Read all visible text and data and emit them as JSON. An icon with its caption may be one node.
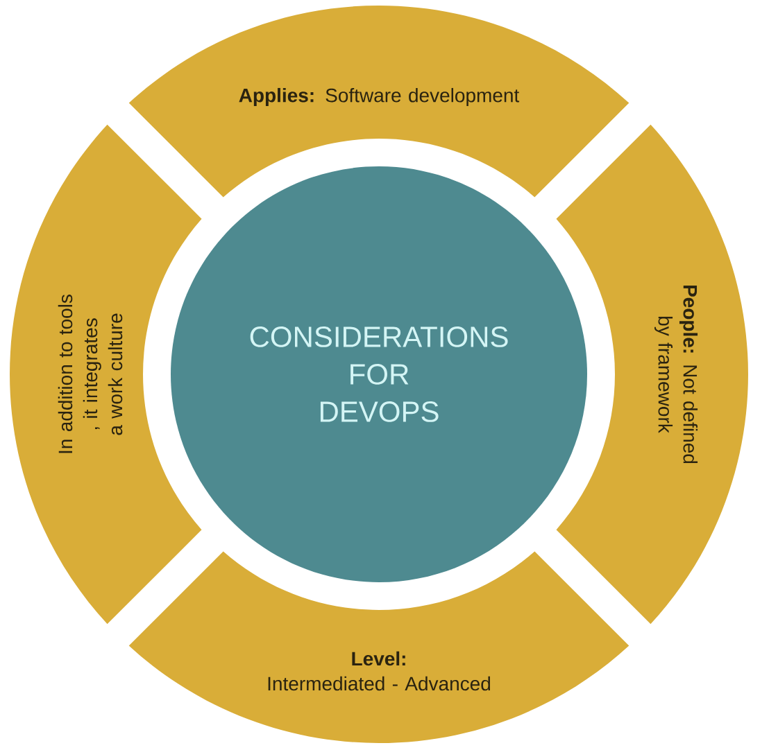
{
  "diagram": {
    "nodes": [
      {
        "text": [
          "CONSIDERATIONS FOR DEVOPS"
        ]
      },
      {
        "text": [
          "**Applies:** Software development"
        ]
      },
      {
        "text": [
          "**People:** Not defined by framework"
        ]
      },
      {
        "text": [
          "Level:",
          "Intermediated - Advanced"
        ]
      },
      {
        "text": [
          "In addition to tools , it integrates a work culture"
        ]
      }
    ]
  }
}
